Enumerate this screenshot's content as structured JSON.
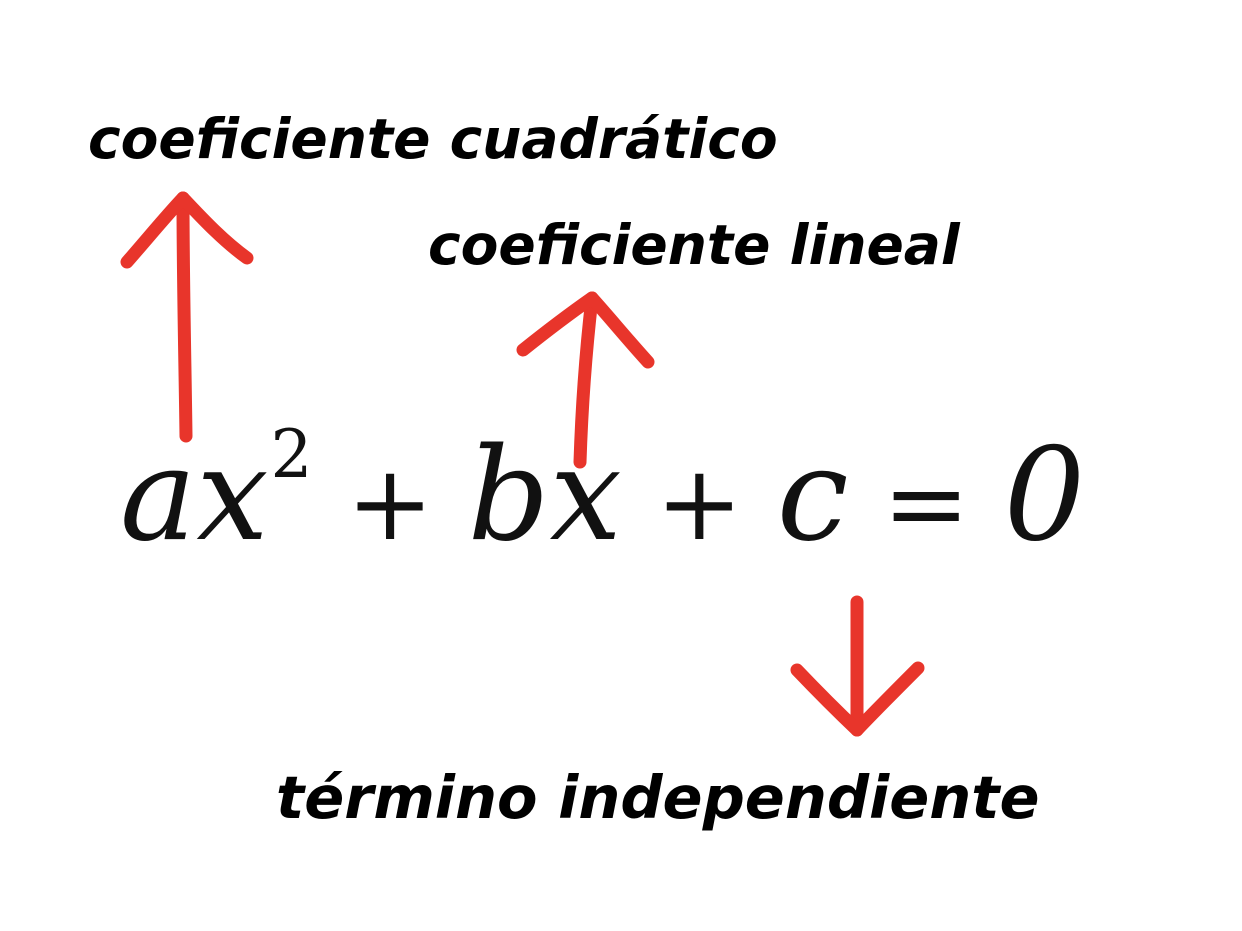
{
  "labels": {
    "quadratic_coefficient": "coeficiente cuadrático",
    "linear_coefficient": "coeficiente lineal",
    "independent_term": "término independiente"
  },
  "equation": {
    "term_a": "a",
    "var_x1": "x",
    "exponent": "2",
    "plus_1": "+",
    "term_b": "b",
    "var_x2": "x",
    "plus_2": "+",
    "term_c": "c",
    "equals": "=",
    "zero": "0"
  },
  "colors": {
    "arrow": "#e8352b",
    "text": "#000000"
  }
}
